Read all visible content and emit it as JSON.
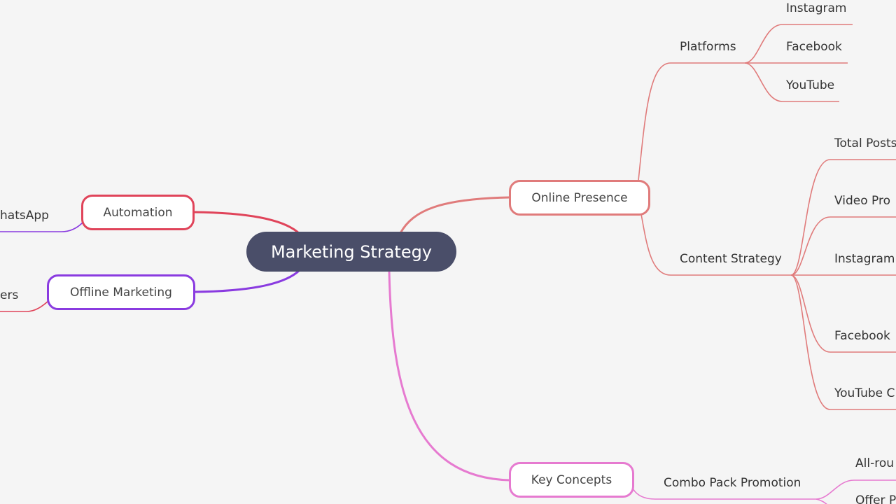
{
  "root": {
    "label": "Marketing Strategy"
  },
  "colors": {
    "root_bg": "#4a4e69",
    "online": "#e07b7b",
    "automation": "#e0445a",
    "offline": "#8a3be0",
    "key": "#e67ad0"
  },
  "online_presence": {
    "label": "Online Presence",
    "platforms": {
      "label": "Platforms",
      "items": [
        "Instagram",
        "Facebook",
        "YouTube"
      ]
    },
    "content_strategy": {
      "label": "Content Strategy",
      "items": [
        "Total Posts",
        "Video Pro",
        "Instagram",
        "Facebook",
        "YouTube C"
      ]
    }
  },
  "automation": {
    "label": "Automation",
    "child": "hatsApp"
  },
  "offline_marketing": {
    "label": "Offline Marketing",
    "child": "ers"
  },
  "key_concepts": {
    "label": "Key Concepts",
    "combo": {
      "label": "Combo Pack Promotion",
      "items": [
        "All-rou",
        "Offer P"
      ]
    }
  }
}
